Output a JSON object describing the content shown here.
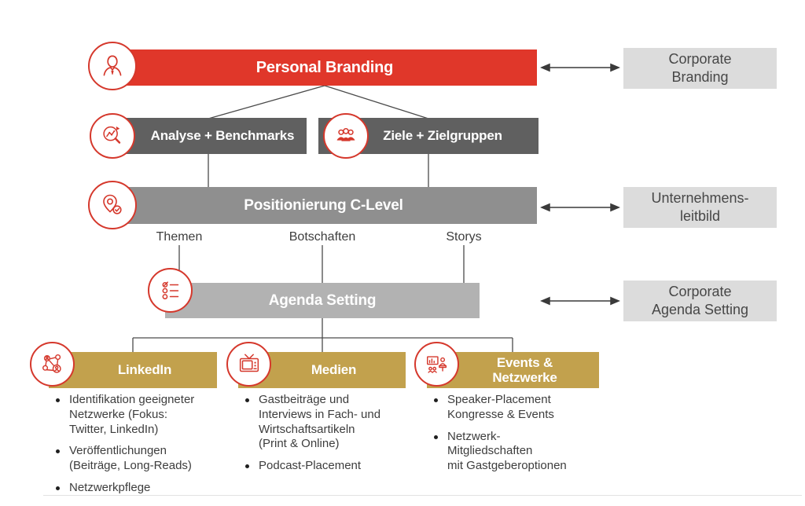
{
  "diagram": {
    "title_box": {
      "label": "Personal Branding",
      "icon": "person-icon",
      "color": "#e0372a"
    },
    "row2": [
      {
        "label": "Analyse + Benchmarks",
        "icon": "chart-magnifier-icon",
        "color": "#606060"
      },
      {
        "label": "Ziele + Zielgruppen",
        "icon": "people-group-icon",
        "color": "#606060"
      }
    ],
    "positioning_box": {
      "label": "Positionierung C-Level",
      "icon": "location-pin-check-icon",
      "color": "#8f8f8f"
    },
    "sub_labels": [
      "Themen",
      "Botschaften",
      "Storys"
    ],
    "agenda_box": {
      "label": "Agenda Setting",
      "icon": "checklist-icon",
      "color": "#b2b2b2"
    },
    "channels": [
      {
        "label": "LinkedIn",
        "icon": "network-icon",
        "color": "#c2a14d",
        "bullets": [
          "Identifikation geeigneter\nNetzwerke (Fokus:\nTwitter, LinkedIn)",
          "Veröffentlichungen\n(Beiträge, Long-Reads)",
          "Netzwerkpflege"
        ]
      },
      {
        "label": "Medien",
        "icon": "tv-icon",
        "color": "#c2a14d",
        "bullets": [
          "Gastbeiträge und\nInterviews in Fach- und\nWirtschaftsartikeln\n(Print & Online)",
          "Podcast-Placement"
        ]
      },
      {
        "label": "Events &\nNetzwerke",
        "icon": "presentation-icon",
        "color": "#c2a14d",
        "bullets": [
          "Speaker-Placement\nKongresse & Events",
          "Netzwerk-\nMitgliedschaften\nmit Gastgeberoptionen"
        ]
      }
    ],
    "side_boxes": [
      {
        "label": "Corporate\nBranding",
        "color": "#dcdcdc"
      },
      {
        "label": "Unternehmens-\nleitbild",
        "color": "#dcdcdc"
      },
      {
        "label": "Corporate\nAgenda Setting",
        "color": "#dcdcdc"
      }
    ],
    "icon_accent_color": "#d5382c",
    "connector_color": "#4a4a4a"
  }
}
